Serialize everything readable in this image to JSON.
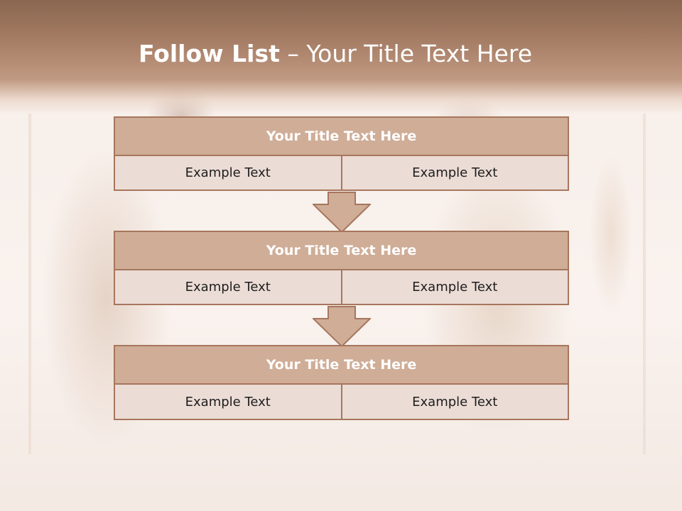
{
  "slide": {
    "title_bold": "Follow List",
    "title_sep": " – ",
    "title_rest": "Your Title Text Here"
  },
  "steps": [
    {
      "title": "Your Title Text Here",
      "left": "Example Text",
      "right": "Example Text"
    },
    {
      "title": "Your Title Text Here",
      "left": "Example Text",
      "right": "Example Text"
    },
    {
      "title": "Your Title Text Here",
      "left": "Example Text",
      "right": "Example Text"
    }
  ],
  "colors": {
    "header": "#a57c64",
    "title_band": "#cfad97",
    "cell": "#ebdcd5",
    "border": "#a7765d",
    "arrow": "#cfad97"
  }
}
